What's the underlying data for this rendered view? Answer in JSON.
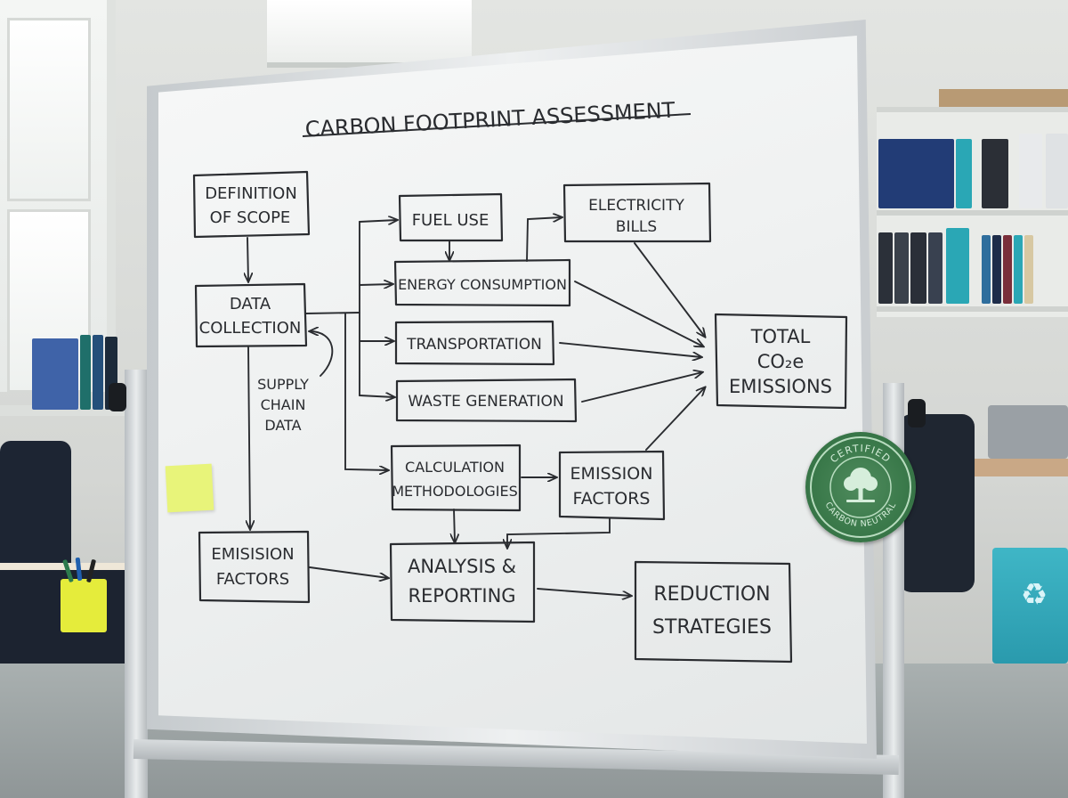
{
  "board": {
    "title": "CARBON FOOTPRINT ASSESSMENT",
    "nodes": {
      "definition_scope_l1": "DEFINITION",
      "definition_scope_l2": "OF SCOPE",
      "data_collection_l1": "DATA",
      "data_collection_l2": "COLLECTION",
      "fuel_use": "FUEL USE",
      "electricity_bills_l1": "ELECTRICITY",
      "electricity_bills_l2": "BILLS",
      "energy_consumption": "ENERGY CONSUMPTION",
      "transportation": "TRANSPORTATION",
      "waste_generation": "WASTE GENERATION",
      "total_emissions_l1": "TOTAL",
      "total_emissions_l2": "CO₂e",
      "total_emissions_l3": "EMISSIONS",
      "calc_methods_l1": "CALCULATION",
      "calc_methods_l2": "METHODOLOGIES",
      "emission_factors_l1": "EMISSION",
      "emission_factors_l2": "FACTORS",
      "emisision_factors_l1": "EMISISION",
      "emisision_factors_l2": "FACTORS",
      "analysis_reporting_l1": "ANALYSIS &",
      "analysis_reporting_l2": "REPORTING",
      "reduction_strategies_l1": "REDUCTION",
      "reduction_strategies_l2": "STRATEGIES"
    },
    "annotation": {
      "line1": "SUPPLY",
      "line2": "CHAIN",
      "line3": "DATA"
    }
  },
  "seal": {
    "top_text": "CERTIFIED",
    "bottom_text": "CARBON NEUTRAL",
    "icon": "tree-icon"
  },
  "background": {
    "recycle_icon": "recycle-icon"
  },
  "colors": {
    "marker": "#2a2c30",
    "seal_green": "#3b7a4b",
    "bin_teal": "#3fb6c6",
    "sticky_yellow": "#e8f47a"
  }
}
